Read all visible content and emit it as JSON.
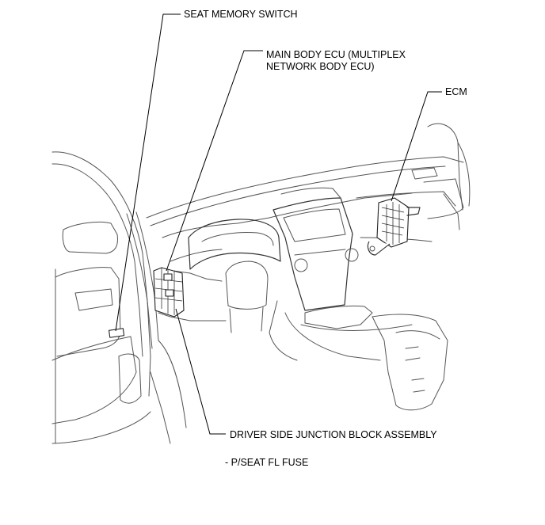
{
  "labels": {
    "seat_memory_switch": "SEAT MEMORY SWITCH",
    "main_body_ecu_line1": "MAIN BODY ECU (MULTIPLEX",
    "main_body_ecu_line2": "NETWORK BODY ECU)",
    "ecm": "ECM",
    "driver_side_junction_block": "DRIVER SIDE JUNCTION BLOCK ASSEMBLY",
    "fuse_note": "- P/SEAT FL FUSE"
  }
}
